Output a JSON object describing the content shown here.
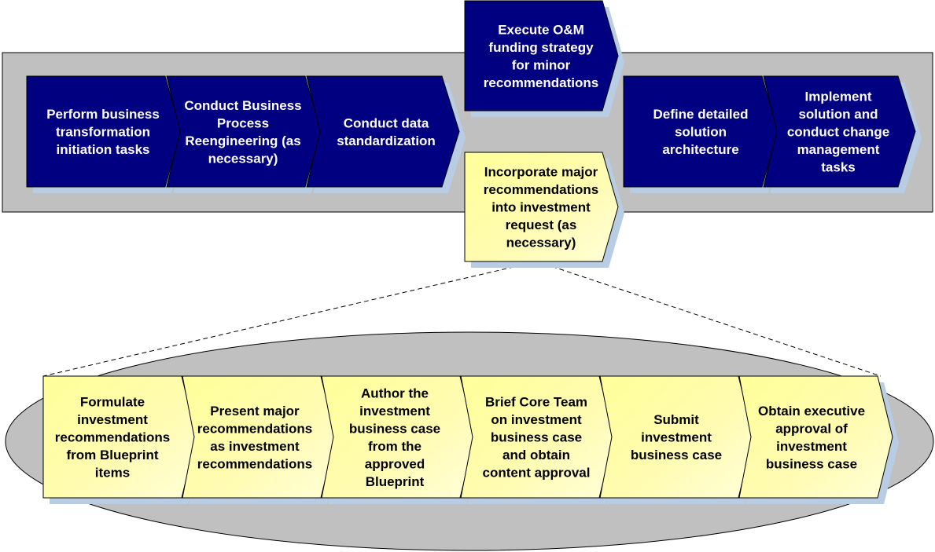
{
  "colors": {
    "band_fill": "#c0c0c0",
    "ellipse_fill": "#c0c0c0",
    "blue_step": "#000080",
    "yellow_step": "#ffff99",
    "shadow": "#b8cde4"
  },
  "top_steps": [
    {
      "lines": [
        "Perform business",
        "transformation",
        "initiation tasks"
      ]
    },
    {
      "lines": [
        "Conduct Business",
        "Process",
        "Reengineering (as",
        "necessary)"
      ]
    },
    {
      "lines": [
        "Conduct data",
        "standardization"
      ]
    },
    {
      "lines": [
        "Define detailed",
        "solution",
        "architecture"
      ]
    },
    {
      "lines": [
        "Implement",
        "solution and",
        "conduct change",
        "management",
        "tasks"
      ]
    }
  ],
  "branch_steps": [
    {
      "lines": [
        "Execute O&M",
        "funding strategy",
        "for minor",
        "recommendations"
      ]
    },
    {
      "lines": [
        "Incorporate major",
        "recommendations",
        "into investment",
        "request (as",
        "necessary)"
      ]
    }
  ],
  "bottom_steps": [
    {
      "lines": [
        "Formulate",
        "investment",
        "recommendations",
        "from Blueprint",
        "items"
      ]
    },
    {
      "lines": [
        "Present major",
        "recommendations",
        "as investment",
        "recommendations"
      ]
    },
    {
      "lines": [
        "Author the",
        "investment",
        "business case",
        "from the",
        "approved",
        "Blueprint"
      ]
    },
    {
      "lines": [
        "Brief Core Team",
        "on investment",
        "business case",
        "and obtain",
        "content approval"
      ]
    },
    {
      "lines": [
        "Submit",
        "investment",
        "business case"
      ]
    },
    {
      "lines": [
        "Obtain executive",
        "approval of",
        "investment",
        "business case"
      ]
    }
  ]
}
